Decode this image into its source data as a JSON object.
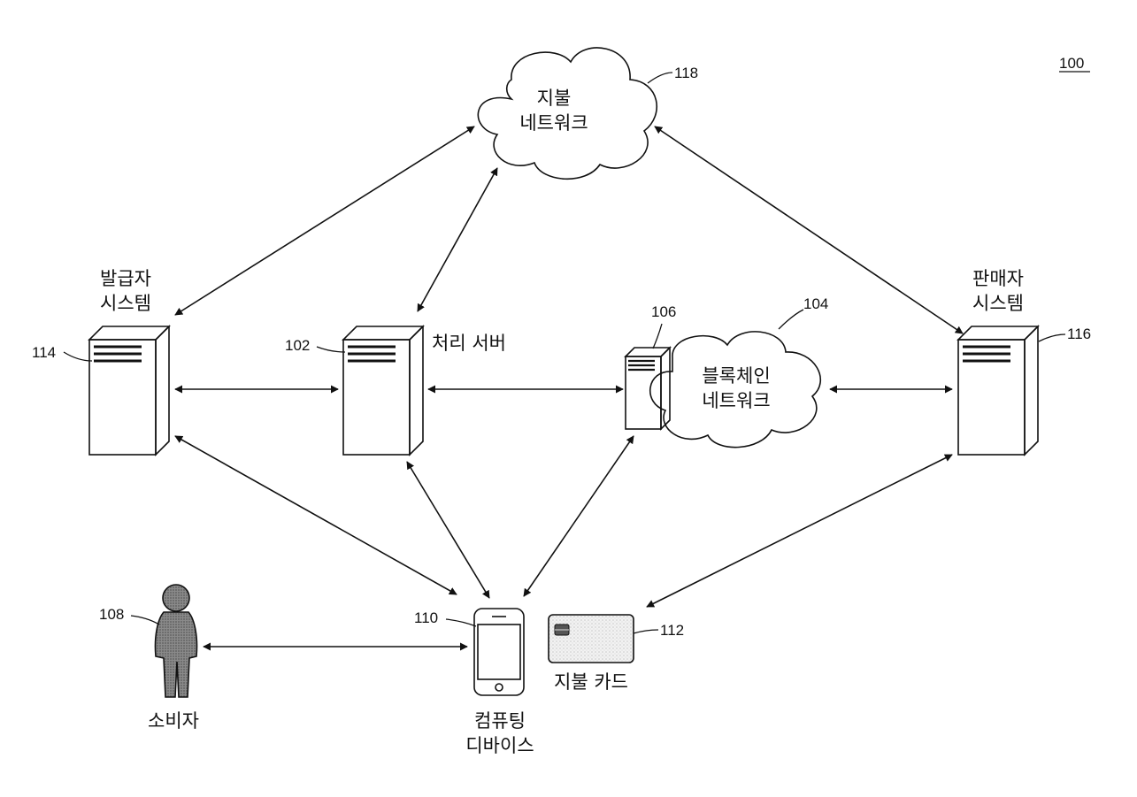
{
  "figure": {
    "number": "100"
  },
  "nodes": {
    "payment_network": {
      "ref": "118",
      "label_line1": "지불",
      "label_line2": "네트워크"
    },
    "issuer_system": {
      "ref": "114",
      "label_line1": "발급자",
      "label_line2": "시스템"
    },
    "processing_server": {
      "ref": "102",
      "label": "처리 서버"
    },
    "blockchain_node": {
      "ref": "106"
    },
    "blockchain_network": {
      "ref": "104",
      "label_line1": "블록체인",
      "label_line2": "네트워크"
    },
    "merchant_system": {
      "ref": "116",
      "label_line1": "판매자",
      "label_line2": "시스템"
    },
    "consumer": {
      "ref": "108",
      "label": "소비자"
    },
    "computing_device": {
      "ref": "110",
      "label_line1": "컴퓨팅",
      "label_line2": "디바이스"
    },
    "payment_card": {
      "ref": "112",
      "label": "지불 카드"
    }
  }
}
